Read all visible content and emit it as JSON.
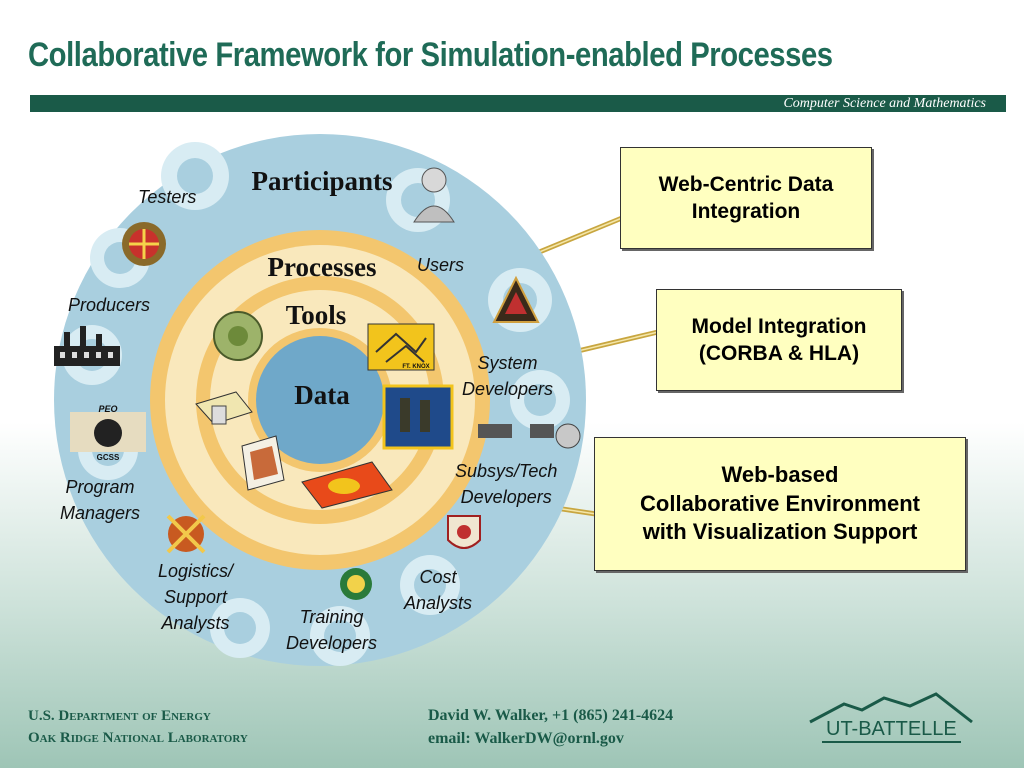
{
  "title": "Collaborative Framework for Simulation-enabled Processes",
  "banner": "Computer Science and Mathematics",
  "rings": {
    "participants": "Participants",
    "processes": "Processes",
    "tools": "Tools",
    "data": "Data"
  },
  "participants": {
    "testers": "Testers",
    "users": "Users",
    "producers": "Producers",
    "system_developers": [
      "System",
      "Developers"
    ],
    "subsys_developers": [
      "Subsys/Tech",
      "Developers"
    ],
    "program_managers": [
      "Program",
      "Managers"
    ],
    "cost_analysts": [
      "Cost",
      "Analysts"
    ],
    "logistics": [
      "Logistics/",
      "Support",
      "Analysts"
    ],
    "training_developers": [
      "Training",
      "Developers"
    ]
  },
  "emblems": {
    "peo_top": "PEO",
    "peo_bottom": "GCSS",
    "knox": "FT. KNOX"
  },
  "boxes": [
    [
      "Web-Centric Data",
      "Integration"
    ],
    [
      "Model Integration",
      "(CORBA & HLA)"
    ],
    [
      "Web-based",
      "Collaborative Environment",
      "with Visualization Support"
    ]
  ],
  "footer": {
    "org_line1": "U.S. Department of Energy",
    "org_line2": "Oak Ridge National Laboratory",
    "contact_line1": "David W. Walker, +1 (865) 241-4624",
    "contact_line2": "email: WalkerDW@ornl.gov",
    "logo": "UT-BATTELLE"
  },
  "colors": {
    "title": "#1f6b57",
    "outer_ring": "#a9cfdf",
    "gold_ring": "#f3c66e",
    "inner_disc": "#6fa8c9",
    "box_fill": "#ffffc0"
  }
}
